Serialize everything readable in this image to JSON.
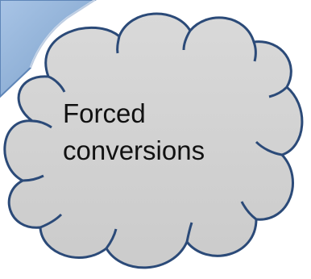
{
  "shape": {
    "type": "cloud",
    "fill": "#d0d0d0",
    "stroke": "#2b4a78"
  },
  "backdrop": {
    "fill": "#8fb0d6",
    "stroke": "#5f86b8"
  },
  "label": {
    "line1": "Forced",
    "line2": "conversions"
  }
}
